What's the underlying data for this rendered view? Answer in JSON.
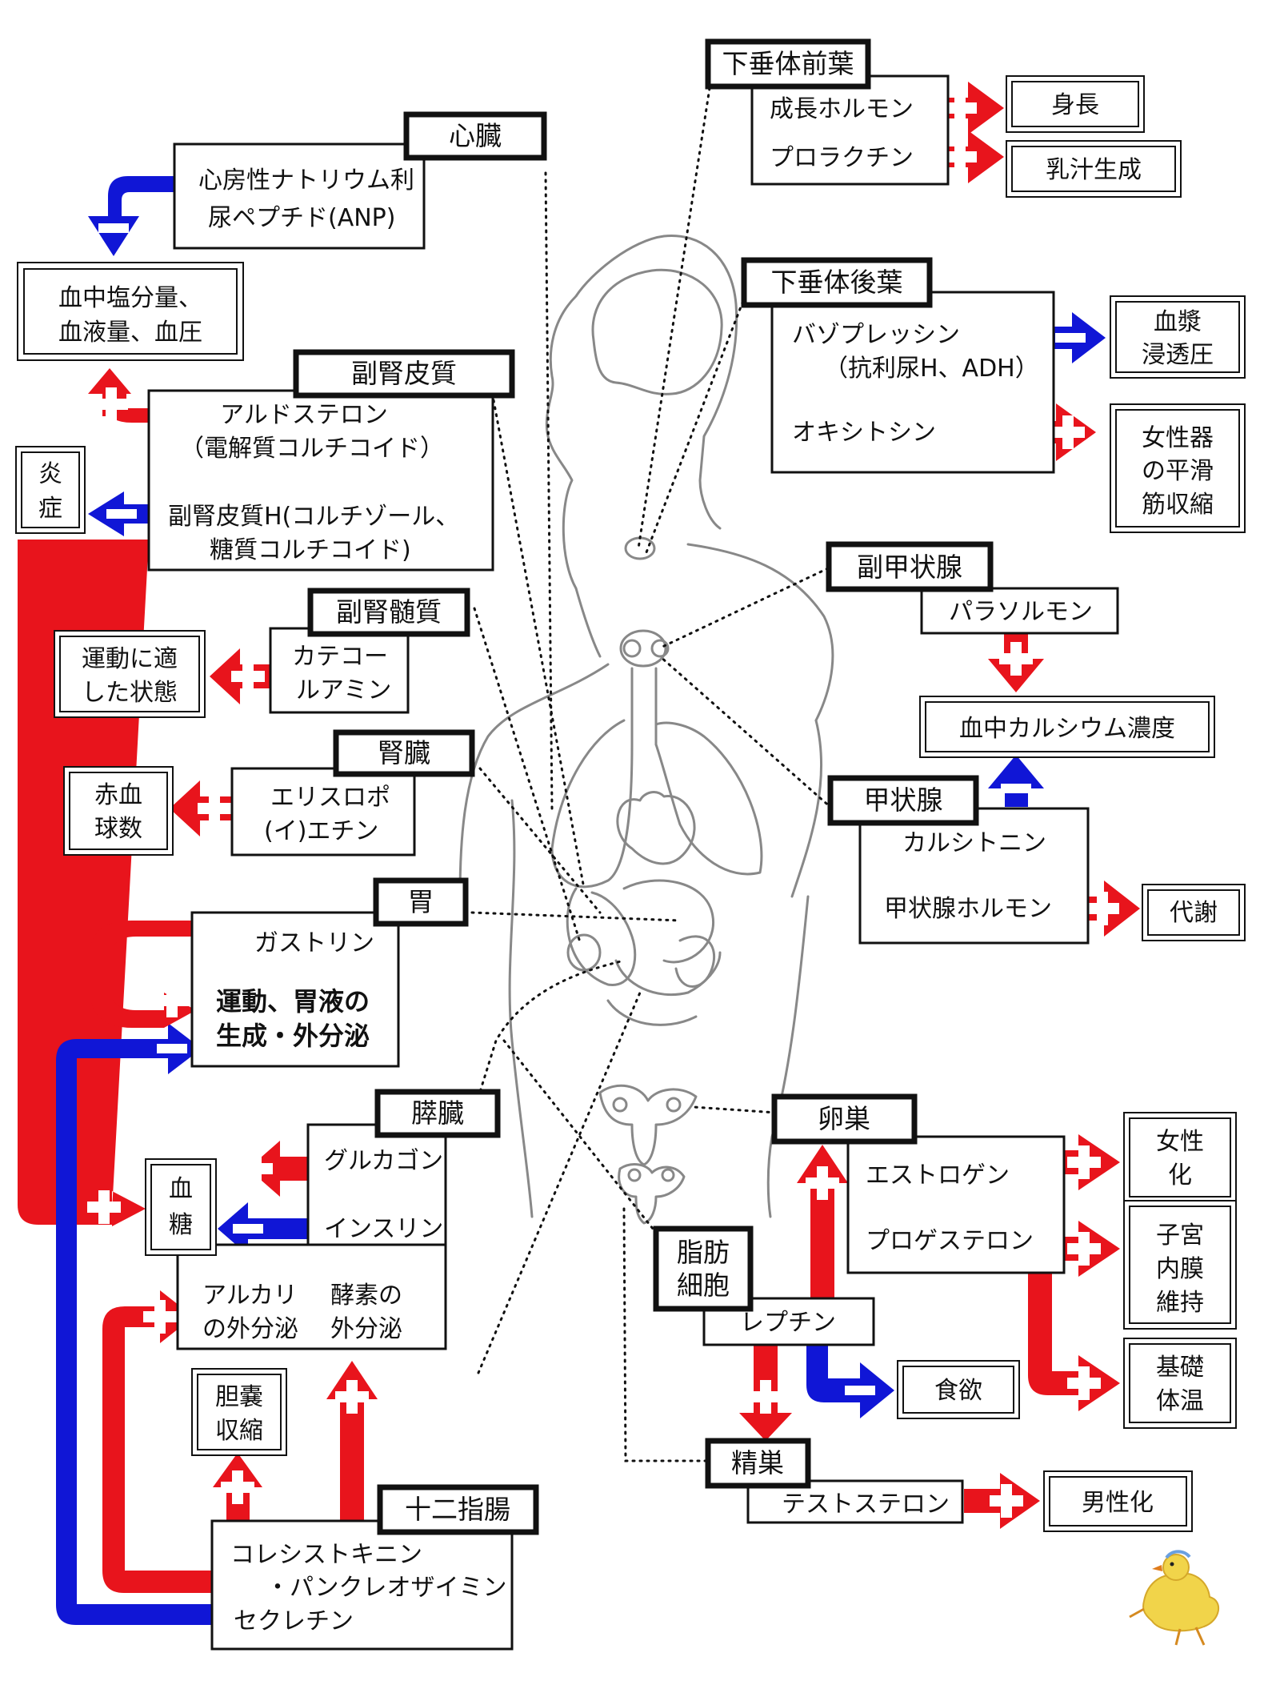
{
  "organs": {
    "heart": "心臓",
    "adrenal_cortex": "副腎皮質",
    "adrenal_medulla": "副腎髄質",
    "kidney": "腎臓",
    "stomach": "胃",
    "pancreas": "膵臓",
    "duodenum": "十二指腸",
    "anterior_pituitary": "下垂体前葉",
    "posterior_pituitary": "下垂体後葉",
    "parathyroid": "副甲状腺",
    "thyroid": "甲状腺",
    "ovary": "卵巣",
    "fat_cell_1": "脂肪",
    "fat_cell_2": "細胞",
    "testis": "精巣"
  },
  "hormones": {
    "anp_1": "心房性ナトリウム利",
    "anp_2": "尿ペプチド(ANP)",
    "aldosterone_1": "アルドステロン",
    "aldosterone_2": "（電解質コルチコイド）",
    "cortisol_1": "副腎皮質H(コルチゾール、",
    "cortisol_2": "糖質コルチコイド)",
    "catecholamine_1": "カテコー",
    "catecholamine_2": "ルアミン",
    "erythropoietin_1": "エリスロポ",
    "erythropoietin_2": "(イ)エチン",
    "gastrin": "ガストリン",
    "glucagon": "グルカゴン",
    "insulin": "インスリン",
    "alkali_1": "アルカリ",
    "alkali_2": "の外分泌",
    "enzyme_1": "酵素の",
    "enzyme_2": "外分泌",
    "cck_1": "コレシストキニン",
    "cck_2": "・パンクレオザイミン",
    "secretin": "セクレチン",
    "growth_hormone": "成長ホルモン",
    "prolactin": "プロラクチン",
    "vasopressin_1": "バゾプレッシン",
    "vasopressin_2": "（抗利尿H、ADH）",
    "oxytocin": "オキシトシン",
    "parathormone": "パラソルモン",
    "calcitonin": "カルシトニン",
    "thyroid_hormone": "甲状腺ホルモン",
    "estrogen": "エストロゲン",
    "progesterone": "プロゲステロン",
    "leptin": "レプチン",
    "testosterone": "テストステロン"
  },
  "effects": {
    "blood_salt_1": "血中塩分量、",
    "blood_salt_2": "血液量、血圧",
    "inflammation_1": "炎",
    "inflammation_2": "症",
    "exercise_1": "運動に適",
    "exercise_2": "した状態",
    "rbc_1": "赤血",
    "rbc_2": "球数",
    "motility_1": "運動、胃液の",
    "motility_2": "生成・外分泌",
    "blood_sugar_1": "血",
    "blood_sugar_2": "糖",
    "gallbladder_1": "胆嚢",
    "gallbladder_2": "収縮",
    "height": "身長",
    "milk": "乳汁生成",
    "plasma_osm_1": "血漿",
    "plasma_osm_2": "浸透圧",
    "uterine_1": "女性器",
    "uterine_2": "の平滑",
    "uterine_3": "筋収縮",
    "blood_calcium": "血中カルシウム濃度",
    "metabolism": "代謝",
    "feminization_1": "女性",
    "feminization_2": "化",
    "endometrium_1": "子宮",
    "endometrium_2": "内膜",
    "endometrium_3": "維持",
    "basal_temp_1": "基礎",
    "basal_temp_2": "体温",
    "appetite": "食欲",
    "masculinization": "男性化"
  },
  "signs": {
    "plus": "+",
    "minus": "−"
  },
  "colors": {
    "stimulate": "#e8141c",
    "inhibit": "#1016d6",
    "outline": "#111111",
    "body_outline": "#888888"
  }
}
